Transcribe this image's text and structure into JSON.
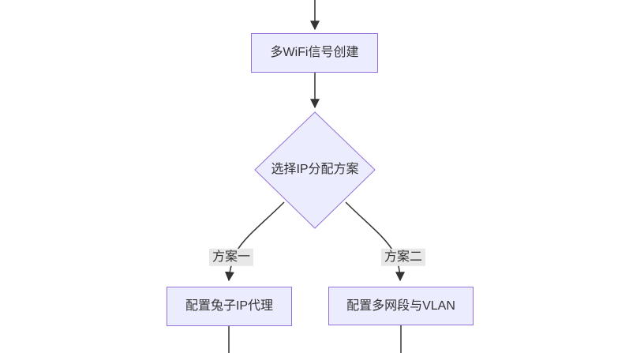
{
  "page": {
    "background": "#ffffff"
  },
  "diagram": {
    "type": "flowchart",
    "direction": "top-down",
    "nodes": {
      "wifi": {
        "label": "多WiFi信号创建",
        "shape": "rect"
      },
      "decision": {
        "label": "选择IP分配方案",
        "shape": "diamond"
      },
      "proxy": {
        "label": "配置兔子IP代理",
        "shape": "rect"
      },
      "vlan": {
        "label": "配置多网段与VLAN",
        "shape": "rect"
      }
    },
    "edges": [
      {
        "from": "offscreen-top",
        "to": "wifi",
        "label": ""
      },
      {
        "from": "wifi",
        "to": "decision",
        "label": ""
      },
      {
        "from": "decision",
        "to": "proxy",
        "label": "方案一"
      },
      {
        "from": "decision",
        "to": "vlan",
        "label": "方案二"
      },
      {
        "from": "proxy",
        "to": "offscreen-bottom",
        "label": ""
      },
      {
        "from": "vlan",
        "to": "offscreen-bottom",
        "label": ""
      }
    ],
    "colors": {
      "node_fill": "#ECECFF",
      "node_border": "#9370DB",
      "line": "#333333",
      "edge_label_bg": "#e8e8e8",
      "text": "#333333"
    }
  }
}
